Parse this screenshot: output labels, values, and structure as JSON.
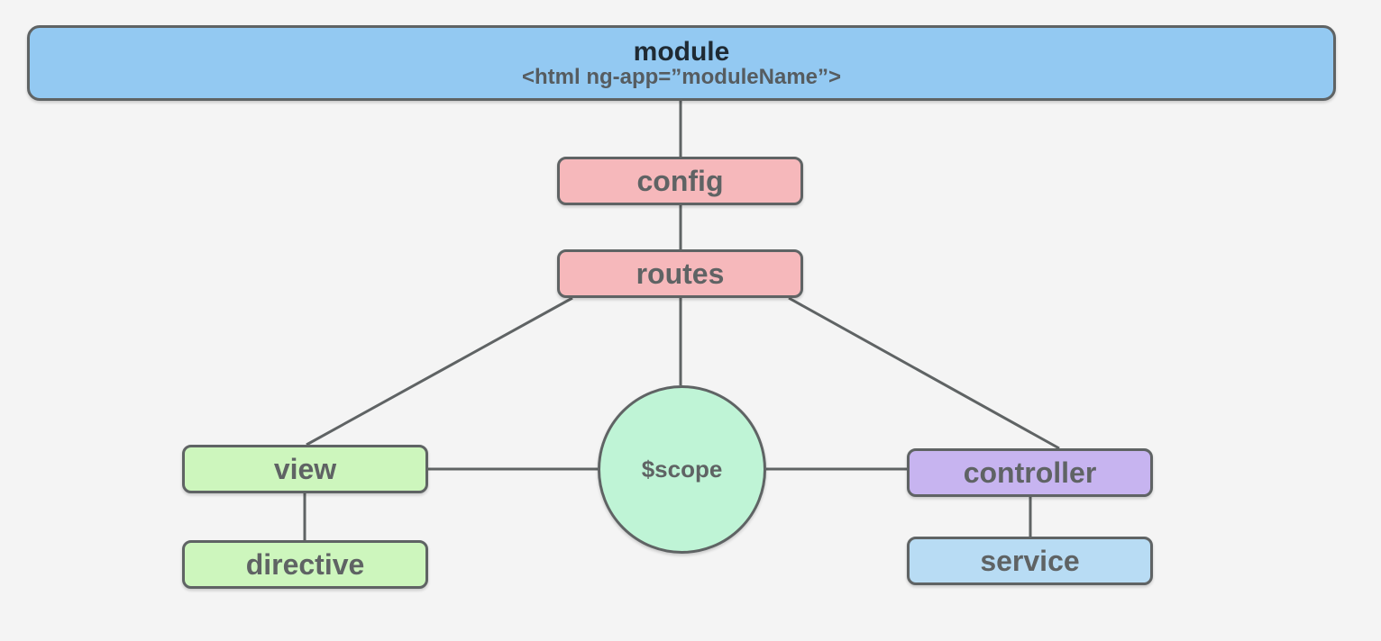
{
  "nodes": {
    "module": {
      "title": "module",
      "subtitle": "<html ng-app=”moduleName”>"
    },
    "config": "config",
    "routes": "routes",
    "view": "view",
    "directive": "directive",
    "scope": "$scope",
    "controller": "controller",
    "service": "service"
  },
  "colors": {
    "module": "#93c9f2",
    "config_routes": "#f6b8bb",
    "view_directive": "#cdf6bd",
    "scope": "#bff4d6",
    "controller": "#c7b4f0",
    "service": "#b8dcf4",
    "connector": "#5f6364"
  }
}
